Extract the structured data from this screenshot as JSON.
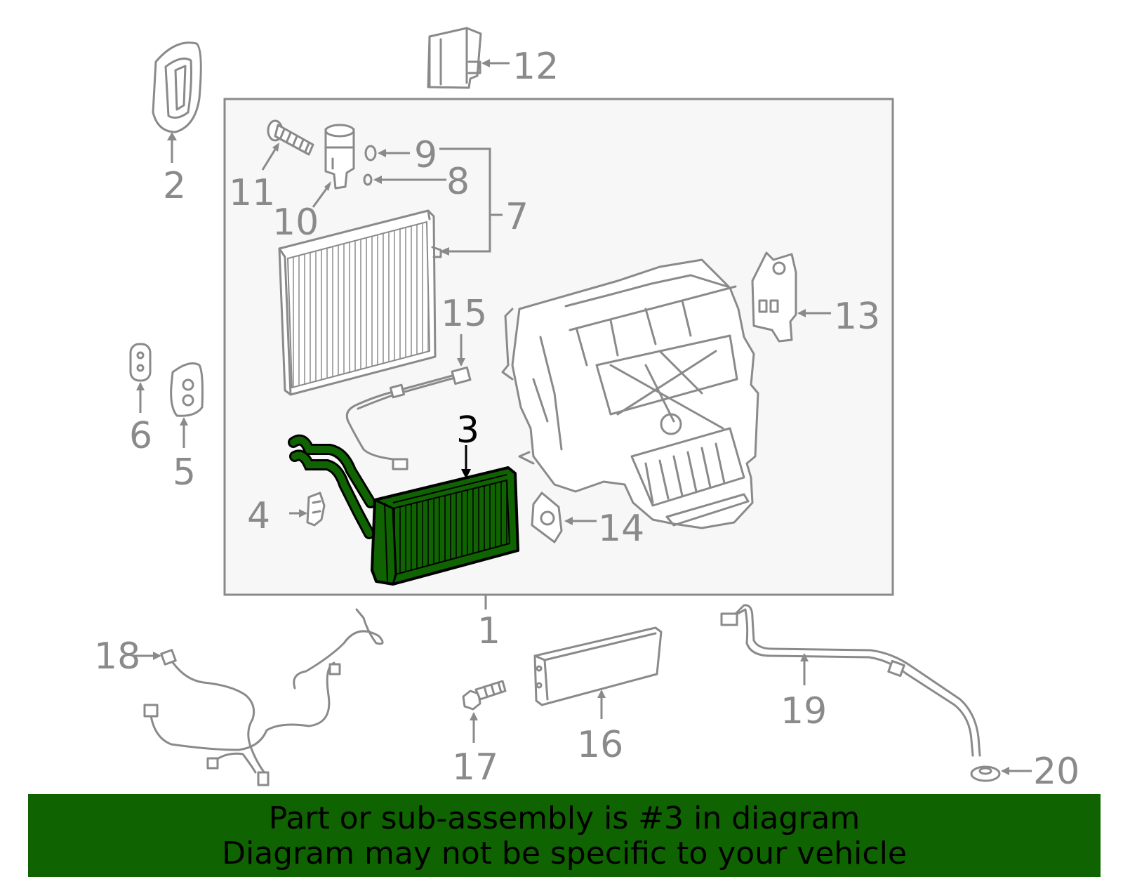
{
  "diagram": {
    "highlight_color": "#0f6300",
    "callouts": {
      "c1": "1",
      "c2": "2",
      "c3": "3",
      "c4": "4",
      "c5": "5",
      "c6": "6",
      "c7": "7",
      "c8": "8",
      "c9": "9",
      "c10": "10",
      "c11": "11",
      "c12": "12",
      "c13": "13",
      "c14": "14",
      "c15": "15",
      "c16": "16",
      "c17": "17",
      "c18": "18",
      "c19": "19",
      "c20": "20"
    },
    "highlighted_part": "3"
  },
  "banner": {
    "line1": "Part or sub-assembly is #3 in diagram",
    "line2": "Diagram may not be specific to your vehicle",
    "background": "#0f6300"
  }
}
